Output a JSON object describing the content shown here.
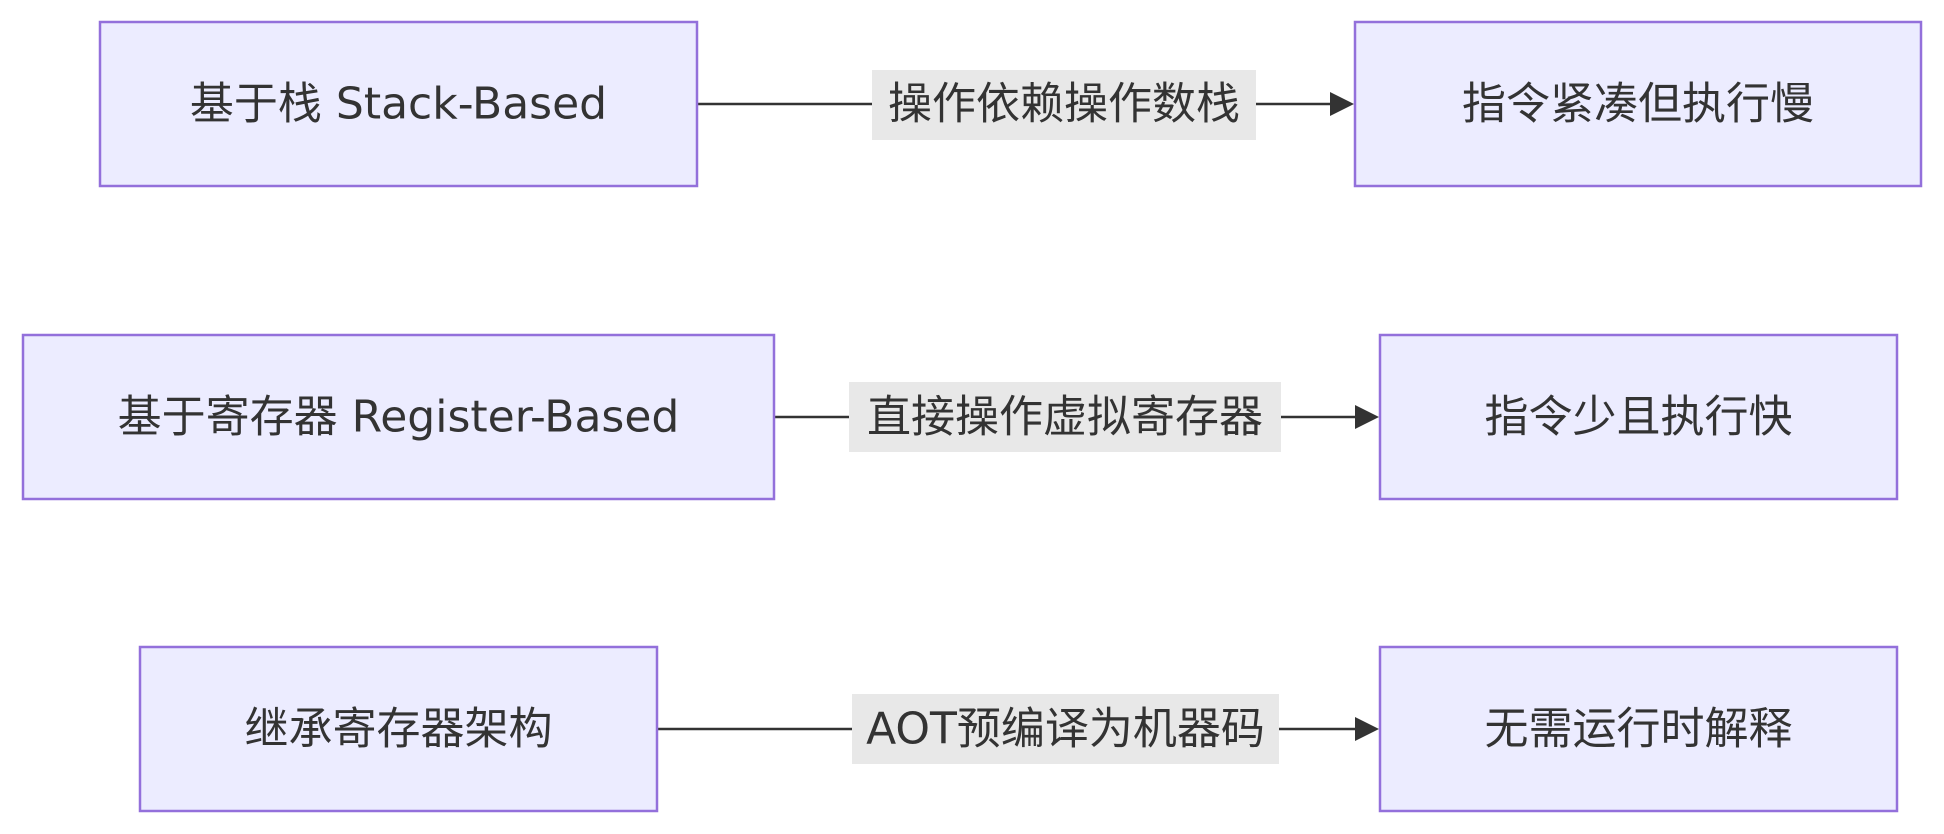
{
  "diagram": {
    "rows": [
      {
        "source": "基于栈 Stack-Based",
        "edge_label": "操作依赖操作数栈",
        "target": "指令紧凑但执行慢"
      },
      {
        "source": "基于寄存器 Register-Based",
        "edge_label": "直接操作虚拟寄存器",
        "target": "指令少且执行快"
      },
      {
        "source": "继承寄存器架构",
        "edge_label": "AOT预编译为机器码",
        "target": "无需运行时解释"
      }
    ],
    "colors": {
      "node_fill": "#ECECFF",
      "node_stroke": "#9370DB",
      "edge": "#333333",
      "label_bg": "#E8E8E8",
      "text": "#333333"
    }
  }
}
